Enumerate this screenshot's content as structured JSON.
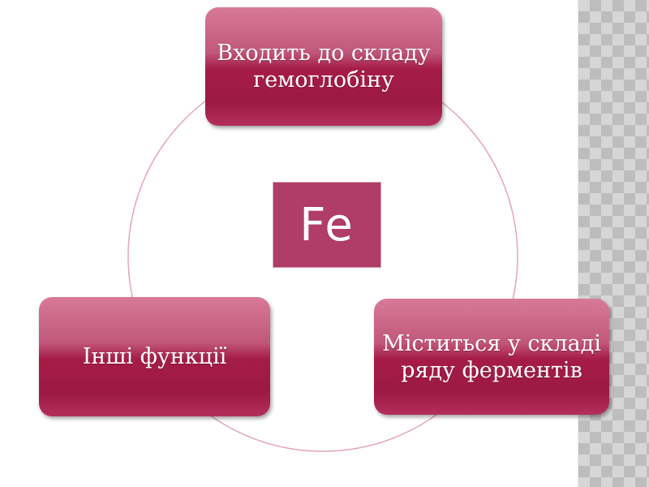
{
  "diagram": {
    "center_label": "Fe",
    "nodes": [
      {
        "id": "top",
        "label": "Входить до складу гемоглобіну"
      },
      {
        "id": "right",
        "label": "Міститься у складі ряду ферментів"
      },
      {
        "id": "left",
        "label": "Інші функції"
      }
    ]
  },
  "colors": {
    "node_fill": "#a51c47",
    "center_fill": "#b03c68",
    "cycle_line": "#e3a7b5",
    "side_pattern": "#bdbdbd"
  }
}
